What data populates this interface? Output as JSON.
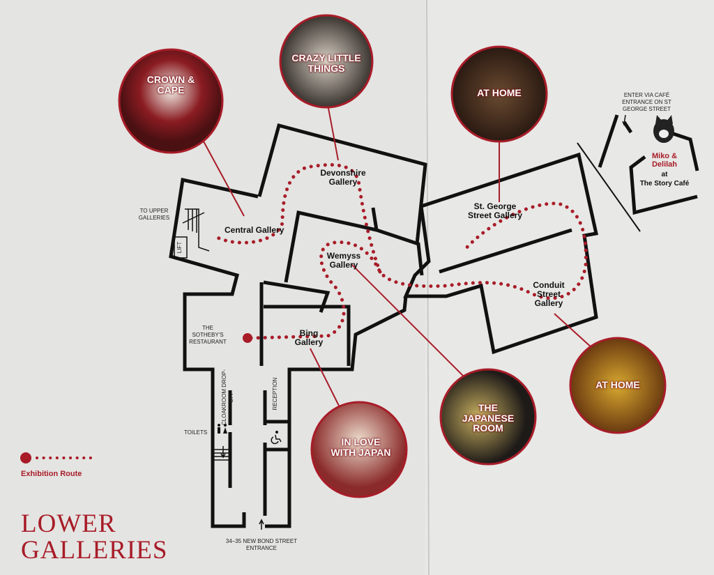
{
  "colors": {
    "accent": "#a81c28",
    "wall": "#111111",
    "paper": "#e4e4e2"
  },
  "title": {
    "line1": "LOWER",
    "line2": "GALLERIES"
  },
  "legend": {
    "label": "Exhibition Route"
  },
  "galleries": {
    "central": "Central Gallery",
    "devonshire": "Devonshire Gallery",
    "wemyss": "Wemyss Gallery",
    "bing": "Bing Gallery",
    "st_george": "St. George Street Gallery",
    "conduit": "Conduit Street Gallery"
  },
  "places": {
    "upper": "To Upper Galleries",
    "lift": "Lift",
    "restaurant": "The Sotheby's Restaurant",
    "cloakroom": "Cloakroom Drop-off",
    "reception": "Reception",
    "toilets": "Toilets",
    "entrance": "34–35 New Bond Street Entrance",
    "cafe_entry": "Enter via Café Entrance on St George Street",
    "cafe_name": "Miko & Delilah",
    "cafe_at": "at",
    "cafe_place": "The Story Café"
  },
  "highlights": [
    {
      "id": "crown",
      "label": "CROWN & CAPE"
    },
    {
      "id": "crazy",
      "label": "CRAZY LITTLE THINGS"
    },
    {
      "id": "home1",
      "label": "AT HOME"
    },
    {
      "id": "home2",
      "label": "AT HOME"
    },
    {
      "id": "japanese",
      "label": "THE JAPANESE ROOM"
    },
    {
      "id": "love",
      "label": "IN LOVE WITH JAPAN"
    }
  ]
}
